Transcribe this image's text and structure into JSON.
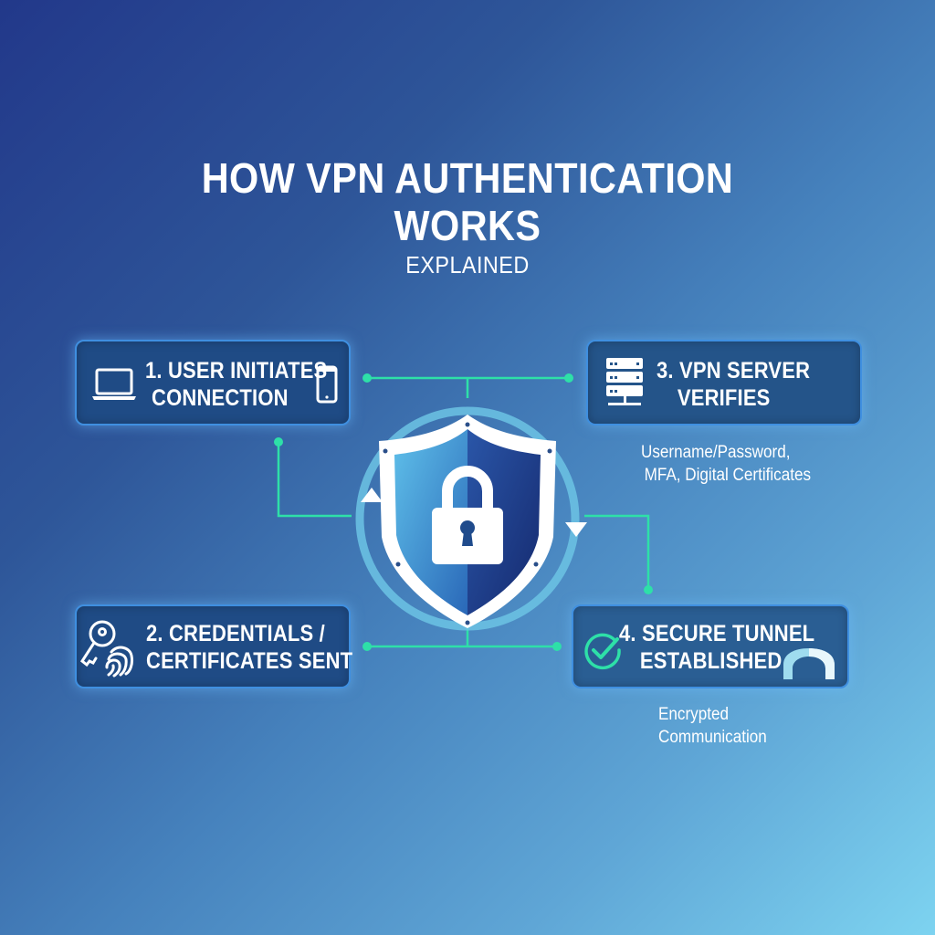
{
  "header": {
    "title_line1": "HOW VPN AUTHENTICATION",
    "title_line2": "WORKS",
    "subtitle": "EXPLAINED"
  },
  "steps": [
    {
      "number": 1,
      "line1": "1. USER INITIATES",
      "line2": "CONNECTION",
      "icons": [
        "laptop-icon",
        "smartphone-icon"
      ]
    },
    {
      "number": 2,
      "line1": "2. CREDENTIALS /",
      "line2": "CERTIFICATES SENT",
      "icons": [
        "key-fingerprint-icon"
      ]
    },
    {
      "number": 3,
      "line1": "3. VPN SERVER",
      "line2": "VERIFIES",
      "icons": [
        "server-icon"
      ],
      "note_line1": "Username/Password,",
      "note_line2": "MFA, Digital Certificates"
    },
    {
      "number": 4,
      "line1": "4. SECURE TUNNEL",
      "line2": "ESTABLISHED",
      "icons": [
        "check-circle-icon",
        "tunnel-icon"
      ],
      "note_line1": "Encrypted",
      "note_line2": "Communication"
    }
  ],
  "center": {
    "icon": "shield-lock-icon"
  },
  "colors": {
    "bg_top_left": "#22388a",
    "bg_bottom_right": "#7dd3f0",
    "card_fill": "#1f4b85",
    "card_border": "#3f8fe0",
    "connector": "#2ee0a8",
    "shield_light": "#4aa6dc",
    "shield_dark": "#1c3d8c",
    "ring": "#6cc3e4",
    "check": "#2ee0a8"
  }
}
